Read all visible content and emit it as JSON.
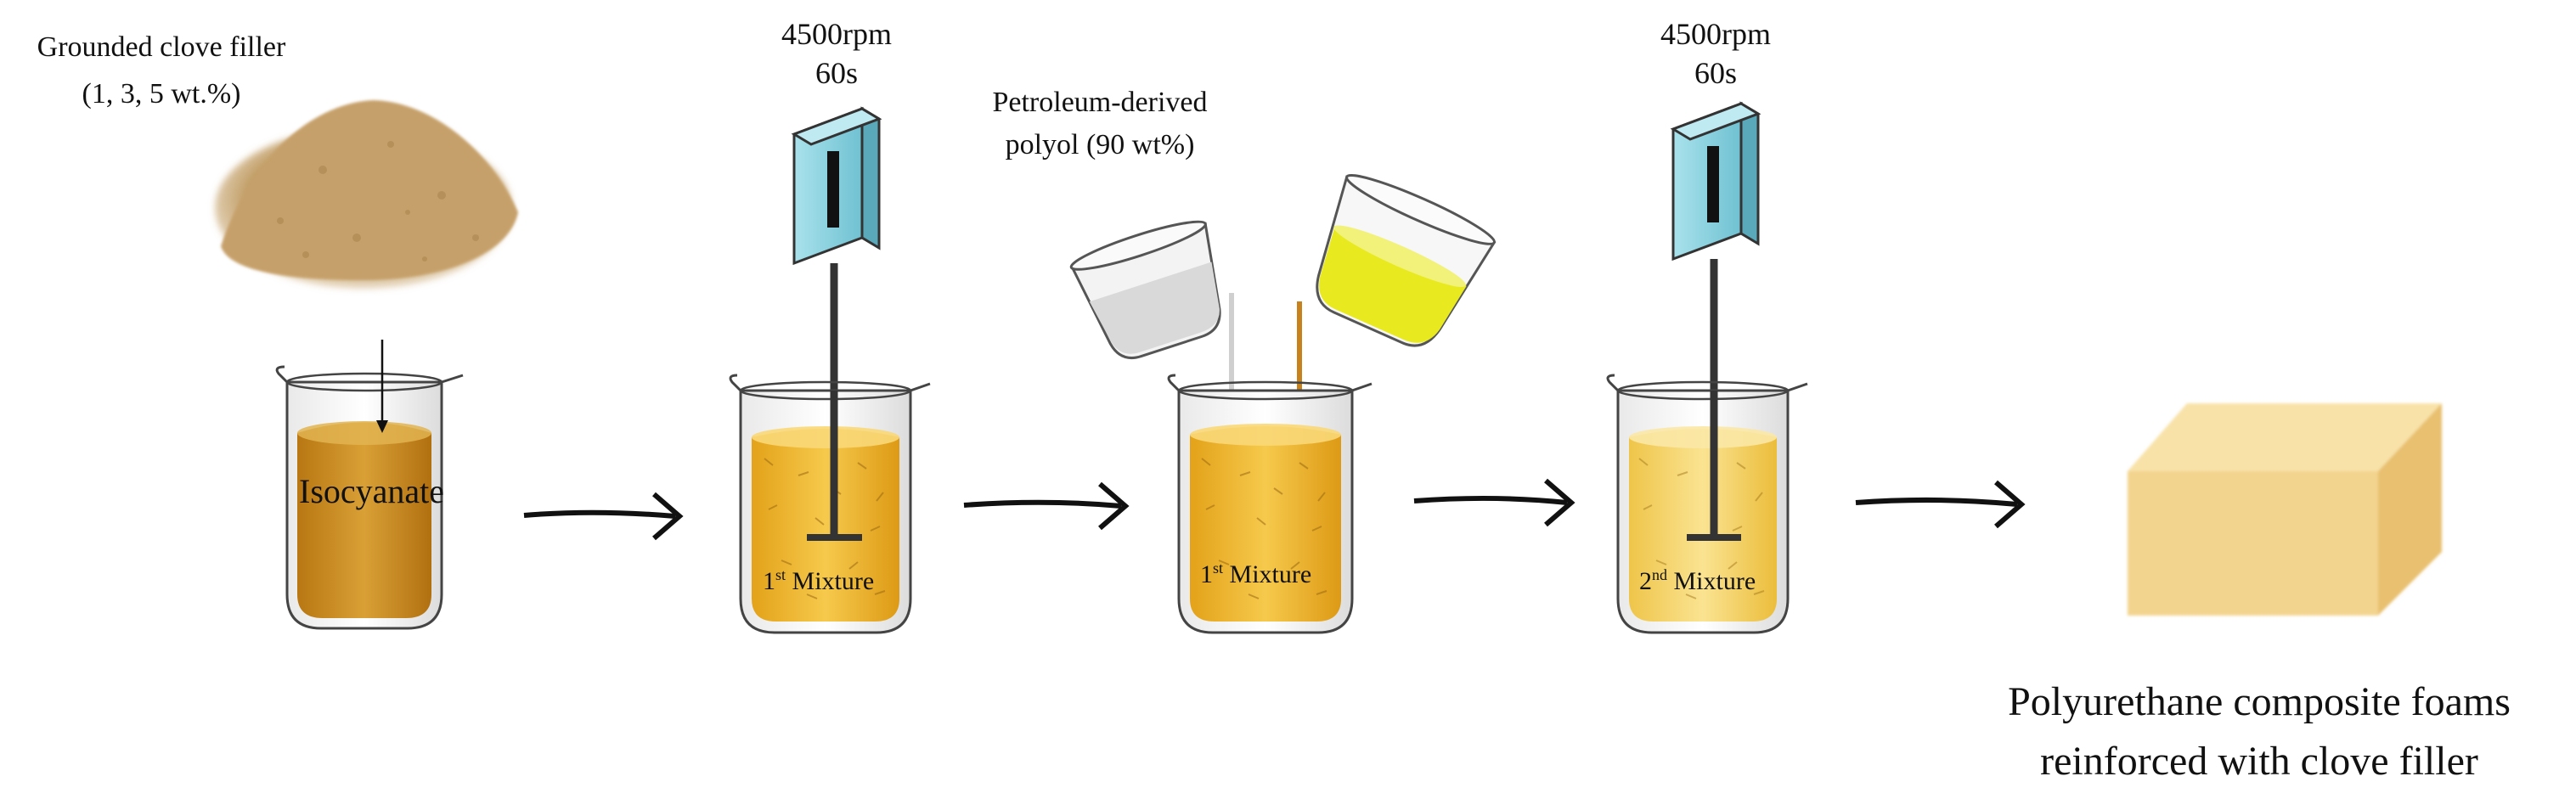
{
  "filler": {
    "title": "Grounded clove filler",
    "amounts": "(1, 3, 5 wt.%)"
  },
  "isocyanate_label": "Isocyanate",
  "mixer1": {
    "speed": "4500rpm",
    "time": "60s"
  },
  "mixture1": {
    "ordinal": "1",
    "sup": "st",
    "word": " Mixture"
  },
  "polyol": {
    "line1": "Petroleum-derived",
    "line2": "polyol  (90 wt%)"
  },
  "mixture1b": {
    "ordinal": "1",
    "sup": "st",
    "word": " Mixture"
  },
  "mixer2": {
    "speed": "4500rpm",
    "time": "60s"
  },
  "mixture2": {
    "ordinal": "2",
    "sup": "nd",
    "word": " Mixture"
  },
  "result": {
    "line1": "Polyurethane composite foams",
    "line2": "reinforced with clove filler"
  },
  "colors": {
    "isocyanate": "#c9891e",
    "mixture": "#f0b92e",
    "mixture_light": "#f6d36a",
    "polyol": "#e6e61a",
    "mixer_box": "#8fd3df",
    "foam": "#f3d28a",
    "powder": "#c8a46e"
  }
}
